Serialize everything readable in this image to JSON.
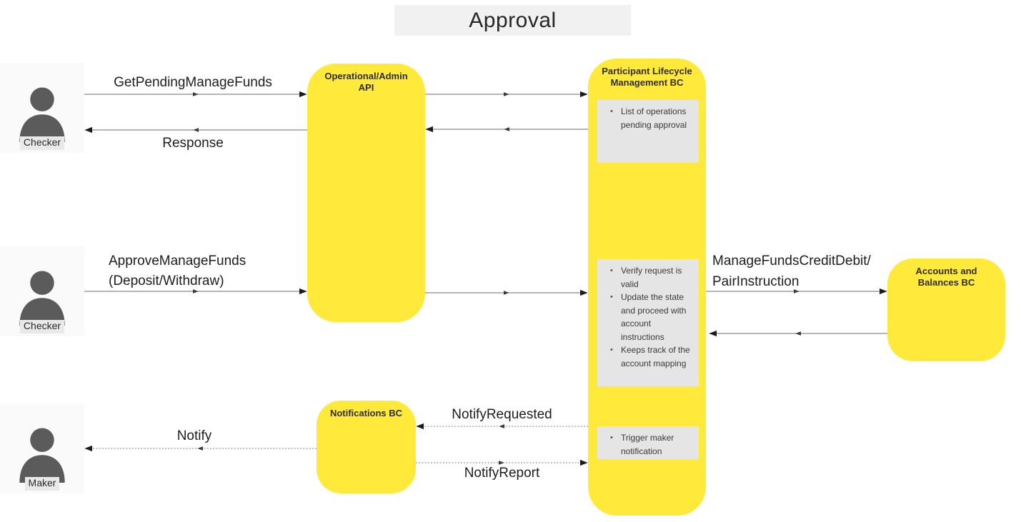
{
  "title": "Approval",
  "actors": [
    {
      "label": "Checker"
    },
    {
      "label": "Checker"
    },
    {
      "label": "Maker"
    }
  ],
  "components": {
    "operational_admin_api": "Operational/Admin API",
    "participant_lifecycle_bc": "Participant Lifecycle Management BC",
    "accounts_balances_bc": "Accounts and Balances BC",
    "notifications_bc": "Notifications BC"
  },
  "messages": {
    "get_pending_manage_funds": "GetPendingManageFunds",
    "response": "Response",
    "approve_manage_funds_line1": "ApproveManageFunds",
    "approve_manage_funds_line2": "(Deposit/Withdraw)",
    "manage_funds_credit_debit_line1": "ManageFundsCreditDebit/",
    "manage_funds_credit_debit_line2": "PairInstruction",
    "notify_requested": "NotifyRequested",
    "notify": "Notify",
    "notify_report": "NotifyReport"
  },
  "notes": {
    "pending_operations": [
      "List of operations pending approval"
    ],
    "approval_actions": [
      "Verify request is valid",
      "Update the state and proceed with account instructions",
      "Keeps track of the account mapping"
    ],
    "maker_notification": [
      "Trigger maker notification"
    ]
  },
  "colors": {
    "component-yellow": "#FFE93B",
    "note-gray": "#E5E5E5",
    "title-bar-gray": "#F1F1F1",
    "actor-bg": "#FAFAFA",
    "actor-label-bg": "#E9E9E9",
    "actor-icon": "#5B5B5B",
    "arrow-solid": "#8a8a8a",
    "arrow-dotted": "#999999",
    "text-dark": "#1d1d1d"
  }
}
